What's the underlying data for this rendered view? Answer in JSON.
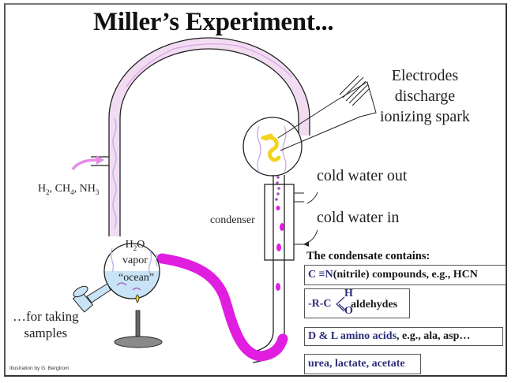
{
  "title": "Miller’s Experiment...",
  "labels": {
    "electrodes": [
      "Electrodes",
      "discharge",
      "ionizing spark"
    ],
    "gases": {
      "h": "H",
      "h_sub": "2",
      "ch": ", CH",
      "ch_sub": "4",
      "nh": ", NH",
      "nh_sub": "3"
    },
    "cold_water_out": "cold water out",
    "cold_water_in": "cold water in",
    "condenser": "condenser",
    "h2o_vapor": {
      "h": "H",
      "sub": "2",
      "o": "O",
      "vapor": "vapor"
    },
    "ocean": "“ocean”",
    "samples": [
      "…for taking",
      "samples"
    ],
    "credit": "Illustration by G. Bergtrom"
  },
  "condensate": {
    "heading": "The condensate contains:",
    "items": [
      {
        "formula": "C ≡N",
        "text": " (nitrile) compounds, e.g., HCN"
      },
      {
        "formula_prefix": "-R-C",
        "formula_h": "H",
        "formula_o": "O",
        "text": "aldehydes"
      },
      {
        "formula": "D & L amino acids",
        "text": ", e.g., ala, asp…"
      },
      {
        "formula": "urea, lactate, acetate",
        "text": ""
      }
    ]
  },
  "colors": {
    "magenta": "#e01ee0",
    "vapor": "#b9b9e6",
    "water": "#c8e3f5",
    "tube_tint": "#f2dcf2",
    "spark": "#f2d320",
    "accent_text": "#2e2e7a",
    "arrow_pink": "#e48ce4"
  }
}
